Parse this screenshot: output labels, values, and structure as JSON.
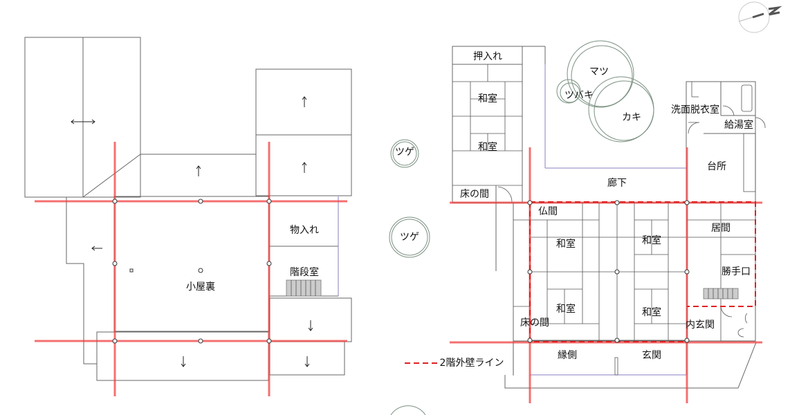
{
  "colors": {
    "axis_line": "#f04040",
    "wall": "#666666",
    "partition": "#8a7fc0",
    "tree": "#7a9080"
  },
  "compass": {
    "label": "N"
  },
  "second_floor": {
    "rooms": {
      "attic": "小屋裏",
      "storage": "物入れ",
      "stair_room": "階段室"
    }
  },
  "first_floor": {
    "rooms": {
      "closet": "押入れ",
      "washitsu_north_1": "和室",
      "washitsu_north_2": "和室",
      "tokonoma_north": "床の間",
      "corridor": "廊下",
      "butsuma": "仏間",
      "washitsu_1": "和室",
      "washitsu_2": "和室",
      "washitsu_3": "和室",
      "washitsu_4": "和室",
      "tokonoma": "床の間",
      "living": "居間",
      "back_door": "勝手口",
      "inner_entrance": "内玄関",
      "engawa": "縁側",
      "entrance": "玄関",
      "kitchen": "台所",
      "washroom": "洗面脱衣室",
      "hot_water_room": "給湯室"
    },
    "trees": {
      "pine": "マツ",
      "camellia": "ツバキ",
      "persimmon": "カキ",
      "boxwood_1": "ツゲ",
      "boxwood_2": "ツゲ"
    }
  },
  "legend": {
    "second_floor_wall_line": "2階外壁ライン"
  }
}
